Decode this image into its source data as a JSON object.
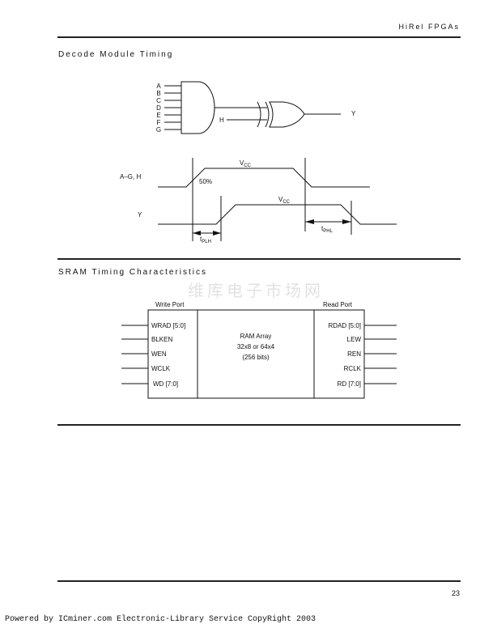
{
  "header": {
    "title": "HiRel FPGAs"
  },
  "section1": {
    "title": "Decode Module Timing",
    "gate": {
      "inputs": [
        "A",
        "B",
        "C",
        "D",
        "E",
        "F",
        "G"
      ],
      "h_input": "H",
      "output": "Y"
    },
    "timing": {
      "signal1": "A–G, H",
      "signal2": "Y",
      "vcc": "V",
      "vcc_sub": "CC",
      "threshold": "50%",
      "tplh": "t",
      "tplh_sub": "PLH",
      "tphl": "t",
      "tphl_sub": "PHL"
    }
  },
  "section2": {
    "title": "SRAM Timing Characteristics",
    "write_port": "Write Port",
    "read_port": "Read Port",
    "write_signals": [
      "WRAD [5:0]",
      "BLKEN",
      "WEN",
      "WCLK",
      "WD [7:0]"
    ],
    "read_signals": [
      "RDAD [5:0]",
      "LEW",
      "REN",
      "RCLK",
      "RD [7:0]"
    ],
    "array": [
      "RAM Array",
      "32x8 or 64x4",
      "(256 bits)"
    ],
    "watermark": "维库电子市场网"
  },
  "page_number": "23",
  "footer": "Powered by ICminer.com Electronic-Library Service CopyRight 2003"
}
